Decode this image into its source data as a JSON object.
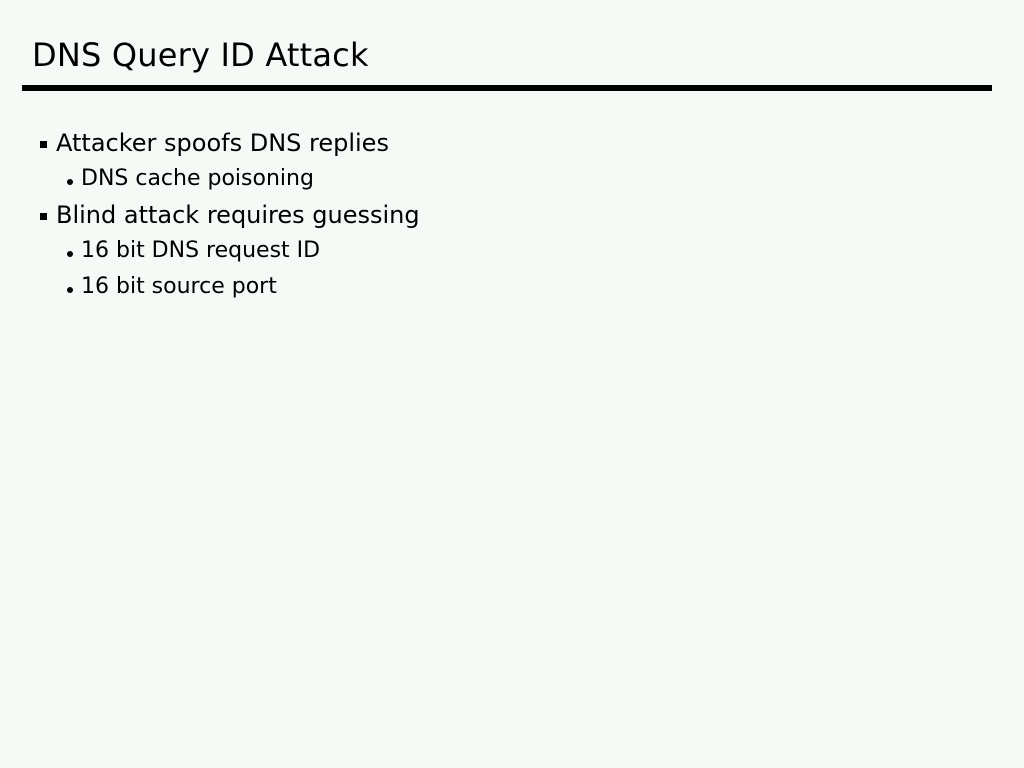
{
  "slide": {
    "title": "DNS Query ID Attack",
    "background_color": "#f5faf6",
    "text_color": "#000000",
    "rule_color": "#000000",
    "bullets": [
      {
        "level": 1,
        "marker": "square-bullet",
        "text": "Attacker spoofs DNS replies"
      },
      {
        "level": 2,
        "marker": "dot-bullet",
        "text": "DNS cache poisoning"
      },
      {
        "level": 1,
        "marker": "square-bullet",
        "text": "Blind attack requires guessing"
      },
      {
        "level": 2,
        "marker": "dot-bullet",
        "text": "16 bit DNS request ID"
      },
      {
        "level": 2,
        "marker": "dot-bullet",
        "text": "16 bit source port"
      }
    ]
  }
}
